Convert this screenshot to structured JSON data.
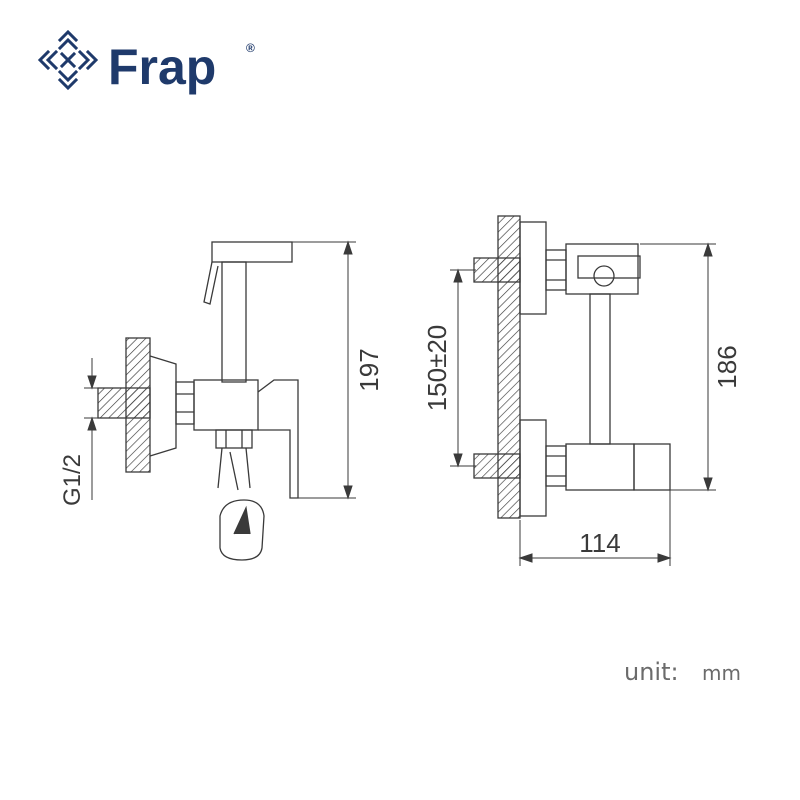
{
  "brand": {
    "name": "Frap",
    "registered_mark": "®",
    "color": "#1f3a6b"
  },
  "dimensions": {
    "front_height": "197",
    "thread": "G1/2",
    "center_distance": "150±20",
    "side_height": "186",
    "depth": "114"
  },
  "unit": {
    "label": "unit:",
    "value": "mm"
  },
  "colors": {
    "line": "#3a3a3a",
    "hatch": "#3a3a3a"
  }
}
